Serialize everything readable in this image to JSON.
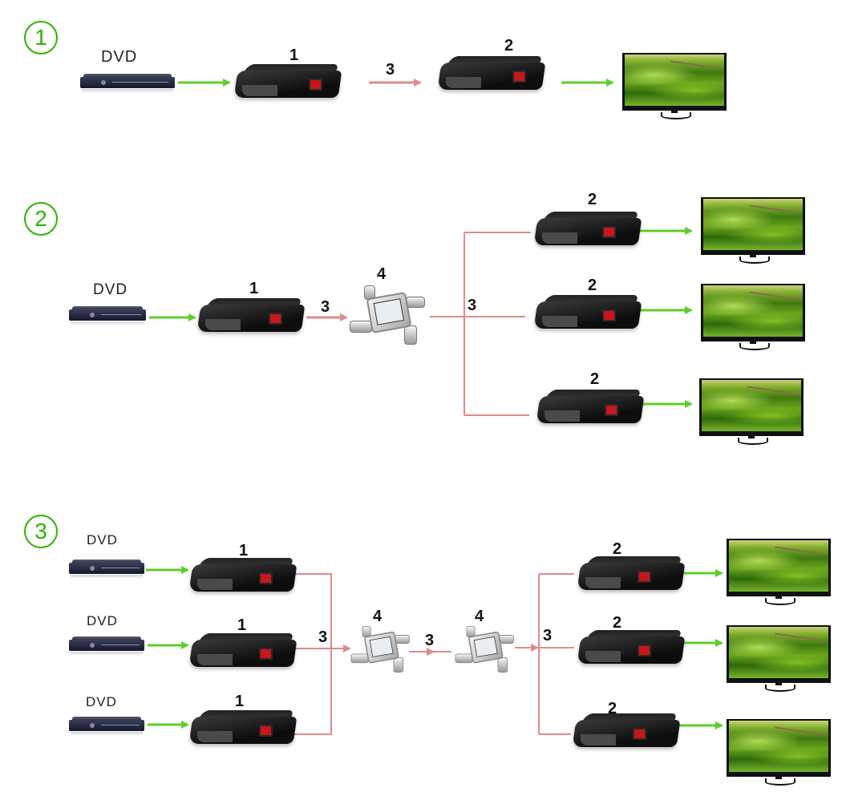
{
  "scenarios": [
    {
      "badge": "1",
      "sources": [
        {
          "label": "DVD"
        }
      ],
      "transmitters": [
        {
          "label": "1"
        }
      ],
      "cable_labels": [
        "3"
      ],
      "splitters": [],
      "receivers": [
        {
          "label": "2"
        }
      ],
      "displays": 1
    },
    {
      "badge": "2",
      "sources": [
        {
          "label": "DVD"
        }
      ],
      "transmitters": [
        {
          "label": "1"
        }
      ],
      "cable_labels": [
        "3",
        "3"
      ],
      "splitters": [
        {
          "label": "4"
        }
      ],
      "receivers": [
        {
          "label": "2"
        },
        {
          "label": "2"
        },
        {
          "label": "2"
        }
      ],
      "displays": 3
    },
    {
      "badge": "3",
      "sources": [
        {
          "label": "DVD"
        },
        {
          "label": "DVD"
        },
        {
          "label": "DVD"
        }
      ],
      "transmitters": [
        {
          "label": "1"
        },
        {
          "label": "1"
        },
        {
          "label": "1"
        }
      ],
      "cable_labels": [
        "3",
        "3",
        "3"
      ],
      "splitters": [
        {
          "label": "4"
        },
        {
          "label": "4"
        }
      ],
      "receivers": [
        {
          "label": "2"
        },
        {
          "label": "2"
        },
        {
          "label": "2"
        }
      ],
      "displays": 3
    }
  ],
  "colors": {
    "badge": "#2db400",
    "hdmi_arrow": "#5ccf2a",
    "cable_line": "#e08a8a"
  }
}
